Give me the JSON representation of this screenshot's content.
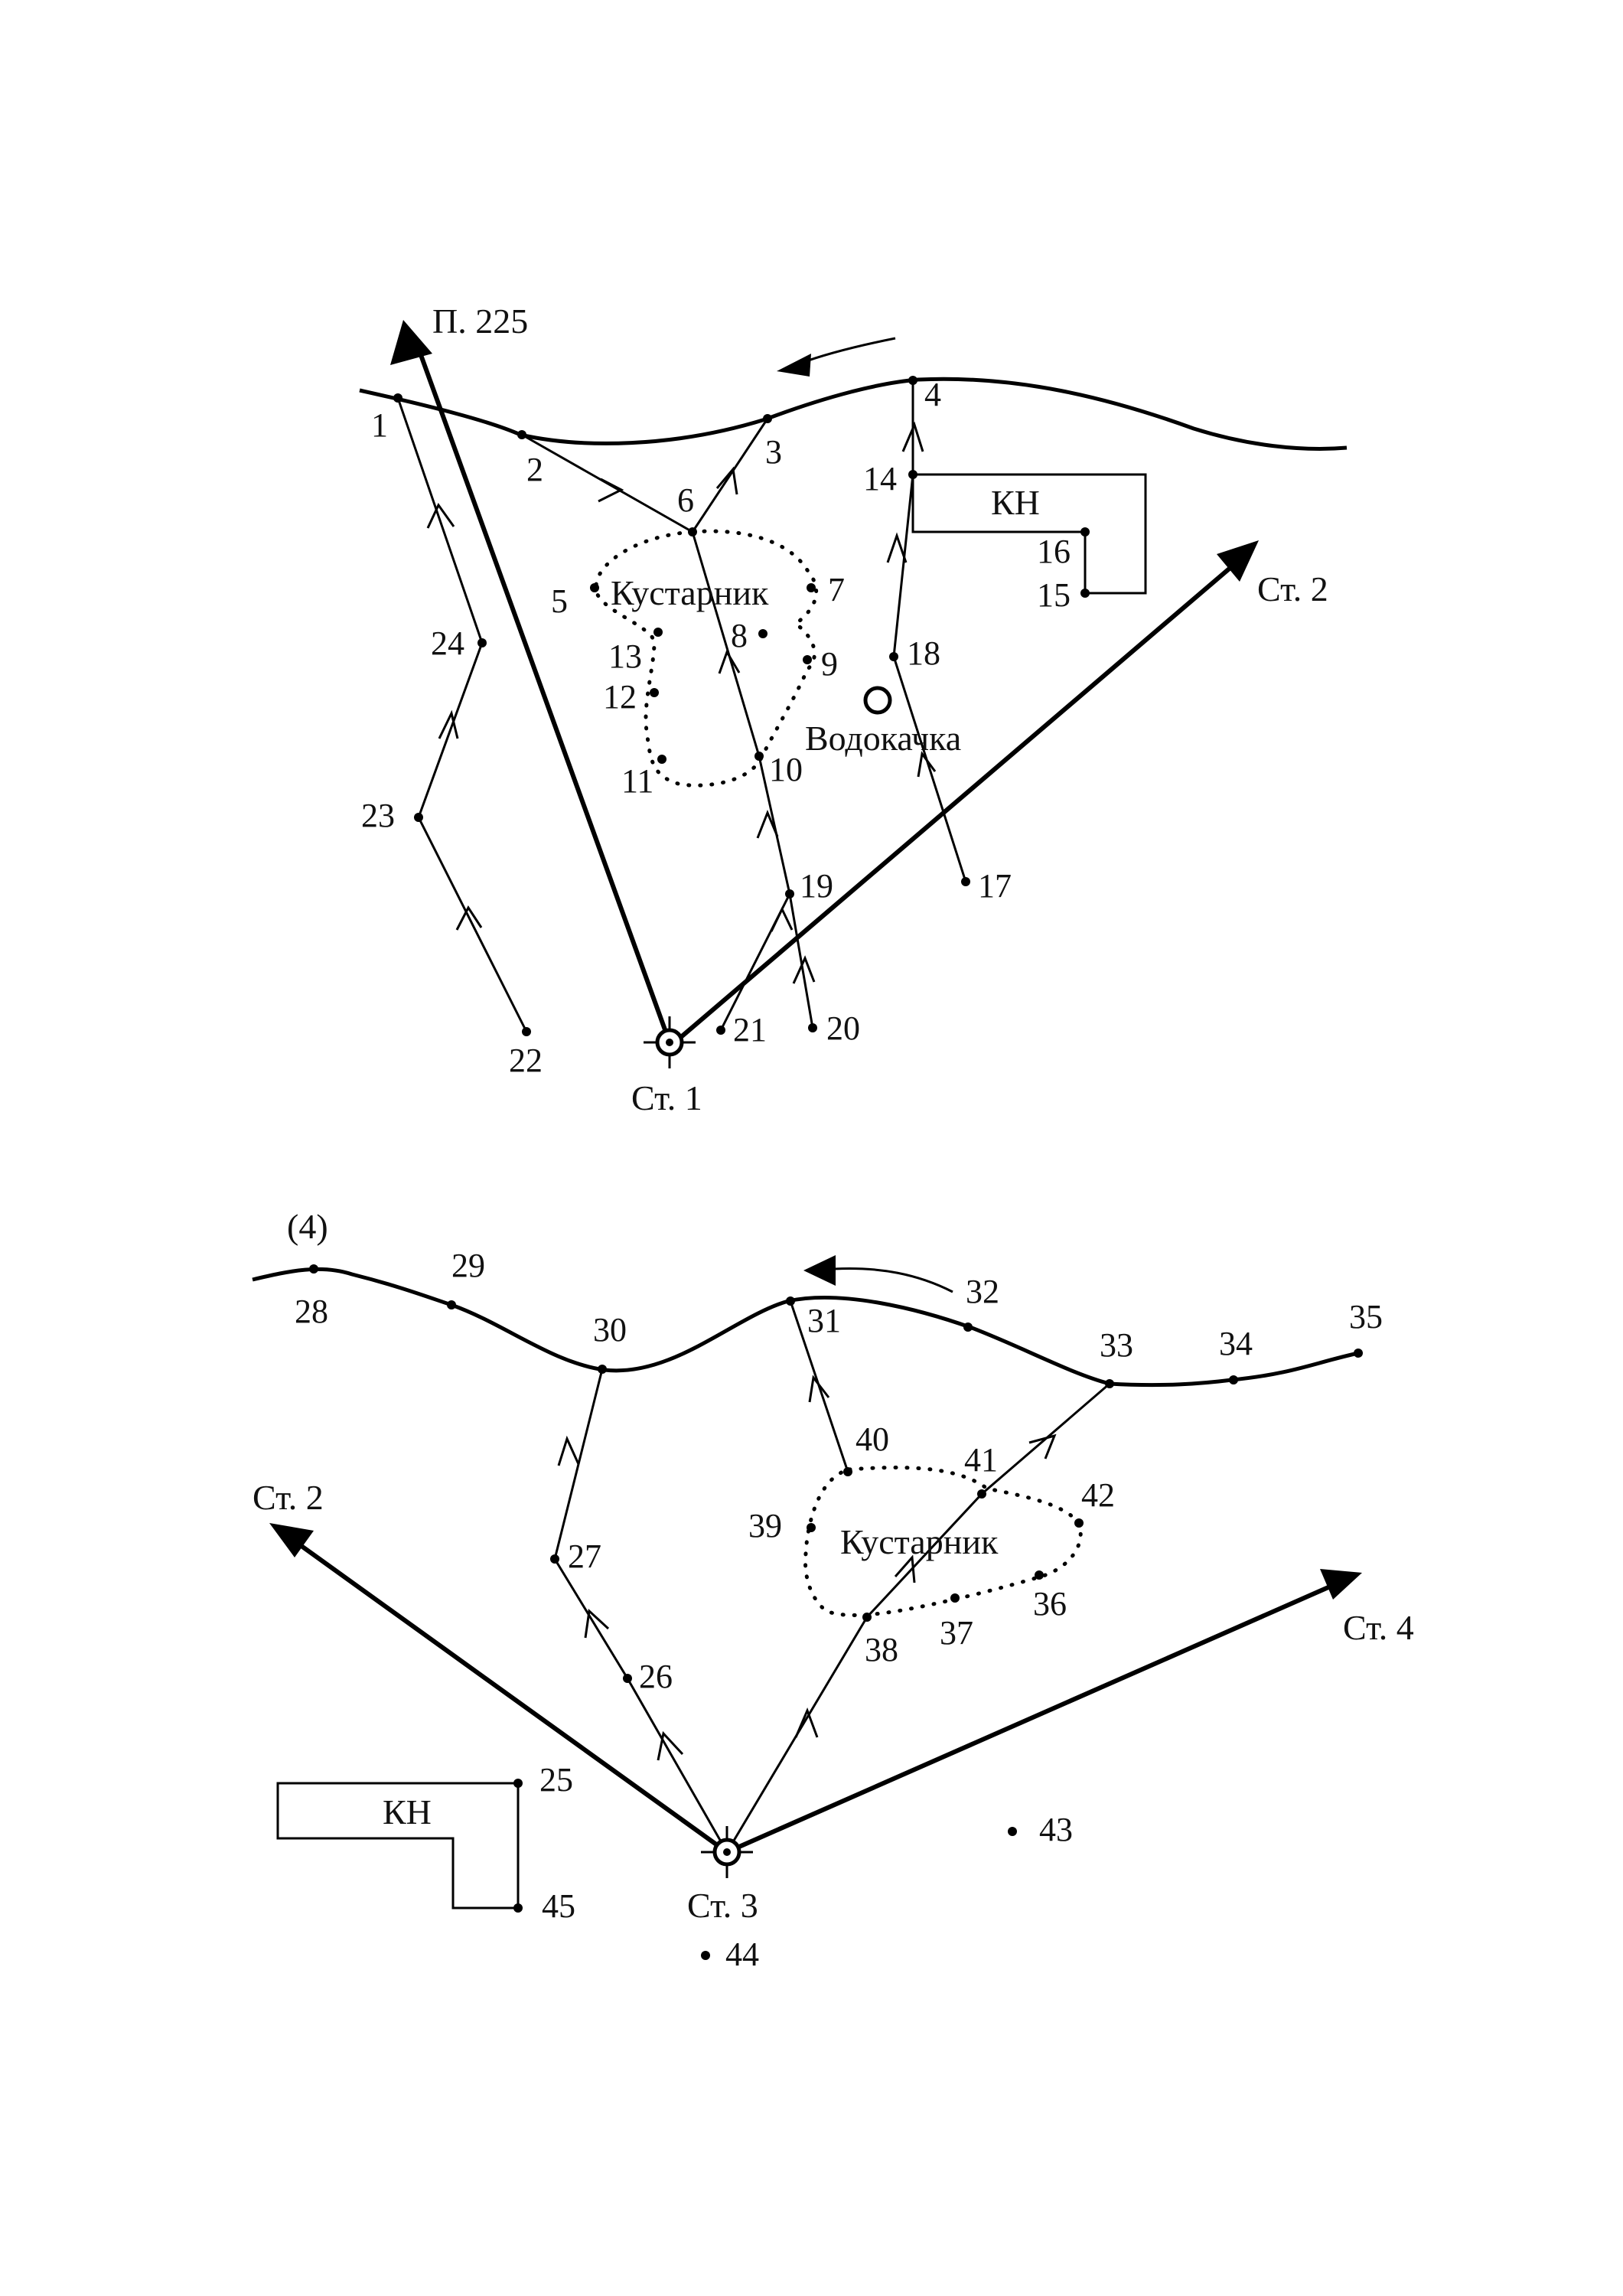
{
  "sheet1": {
    "station": "Ст. 1",
    "direction_p225": "П. 225",
    "direction_st2": "Ст. 2",
    "shrub_label": "Кустарник",
    "building_label": "КН",
    "pump_label": "Водокачка",
    "points": [
      "1",
      "2",
      "3",
      "4",
      "5",
      "6",
      "7",
      "8",
      "9",
      "10",
      "11",
      "12",
      "13",
      "14",
      "15",
      "16",
      "17",
      "18",
      "19",
      "20",
      "21",
      "22",
      "23",
      "24"
    ]
  },
  "sheet2": {
    "sheet_number": "(4)",
    "station": "Ст. 3",
    "direction_st2": "Ст. 2",
    "direction_st4": "Ст. 4",
    "shrub_label": "Кустарник",
    "building_label": "КН",
    "points": [
      "25",
      "26",
      "27",
      "28",
      "29",
      "30",
      "31",
      "32",
      "33",
      "34",
      "35",
      "36",
      "37",
      "38",
      "39",
      "40",
      "41",
      "42",
      "43",
      "44",
      "45"
    ]
  },
  "colors": {
    "ink": "#000000",
    "paper": "#ffffff"
  }
}
